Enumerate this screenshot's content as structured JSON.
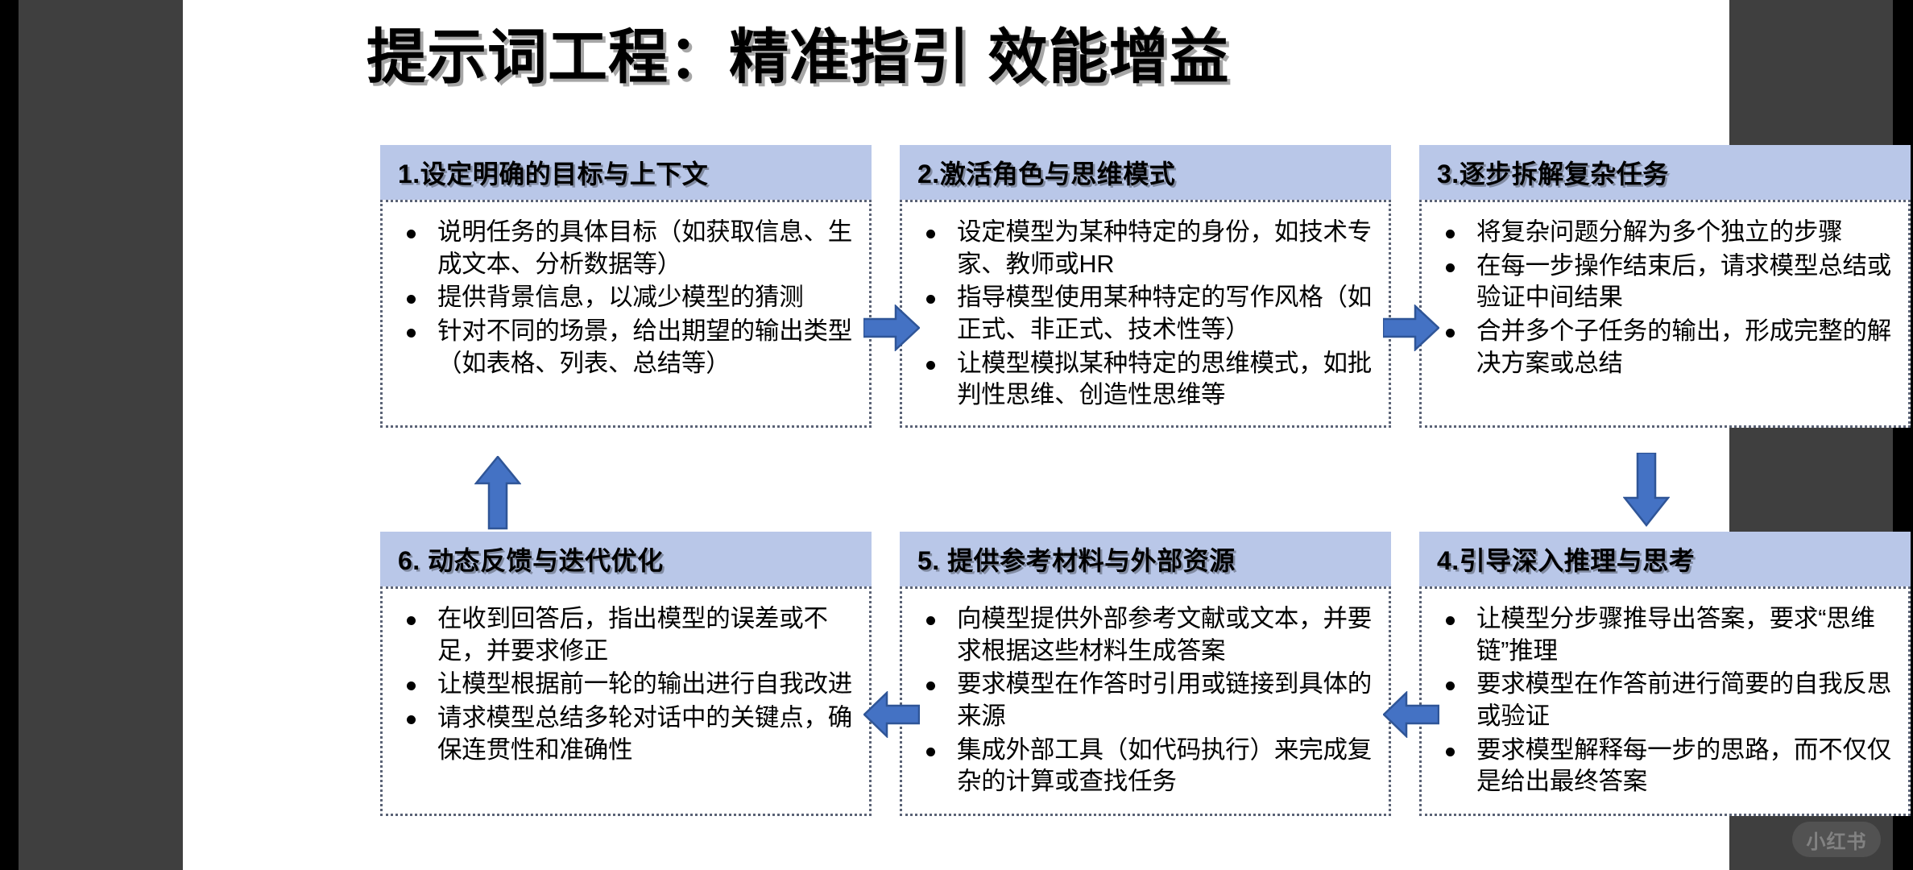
{
  "slide": {
    "title": "提示词工程：精准指引 效能增益",
    "header_fill": "#b9c7e8",
    "arrow_fill": "#4472c4",
    "arrow_stroke": "#2f5597",
    "border_color": "#5a6275",
    "canvas_background": "#ffffff",
    "app_background": "#3f3f3f"
  },
  "boxes": [
    {
      "id": "box1",
      "header": "1.设定明确的目标与上下文",
      "bullets": [
        "说明任务的具体目标（如获取信息、生成文本、分析数据等）",
        "提供背景信息，以减少模型的猜测",
        "针对不同的场景，给出期望的输出类型（如表格、列表、总结等）"
      ]
    },
    {
      "id": "box2",
      "header": "2.激活角色与思维模式",
      "bullets": [
        "设定模型为某种特定的身份，如技术专家、教师或HR",
        "指导模型使用某种特定的写作风格（如正式、非正式、技术性等）",
        "让模型模拟某种特定的思维模式，如批判性思维、创造性思维等"
      ]
    },
    {
      "id": "box3",
      "header": "3.逐步拆解复杂任务",
      "bullets": [
        "将复杂问题分解为多个独立的步骤",
        "在每一步操作结束后，请求模型总结或验证中间结果",
        "合并多个子任务的输出，形成完整的解决方案或总结"
      ]
    },
    {
      "id": "box4",
      "header": "4.引导深入推理与思考",
      "bullets": [
        "让模型分步骤推导出答案，要求“思维链”推理",
        "要求模型在作答前进行简要的自我反思或验证",
        "要求模型解释每一步的思路，而不仅仅是给出最终答案"
      ]
    },
    {
      "id": "box5",
      "header": "5. 提供参考材料与外部资源",
      "bullets": [
        "向模型提供外部参考文献或文本，并要求根据这些材料生成答案",
        "要求模型在作答时引用或链接到具体的来源",
        "集成外部工具（如代码执行）来完成复杂的计算或查找任务"
      ]
    },
    {
      "id": "box6",
      "header": "6. 动态反馈与迭代优化",
      "bullets": [
        "在收到回答后，指出模型的误差或不足，并要求修正",
        "让模型根据前一轮的输出进行自我改进",
        "请求模型总结多轮对话中的关键点，确保连贯性和准确性"
      ]
    }
  ],
  "arrows": [
    {
      "id": "arrow-1-2",
      "direction": "right",
      "from": "box1",
      "to": "box2"
    },
    {
      "id": "arrow-2-3",
      "direction": "right",
      "from": "box2",
      "to": "box3"
    },
    {
      "id": "arrow-3-4",
      "direction": "down",
      "from": "box3",
      "to": "box4"
    },
    {
      "id": "arrow-4-5",
      "direction": "left",
      "from": "box4",
      "to": "box5"
    },
    {
      "id": "arrow-5-6",
      "direction": "left",
      "from": "box5",
      "to": "box6"
    },
    {
      "id": "arrow-6-1",
      "direction": "up",
      "from": "box6",
      "to": "box1"
    }
  ],
  "watermark": {
    "label": "小红书"
  }
}
